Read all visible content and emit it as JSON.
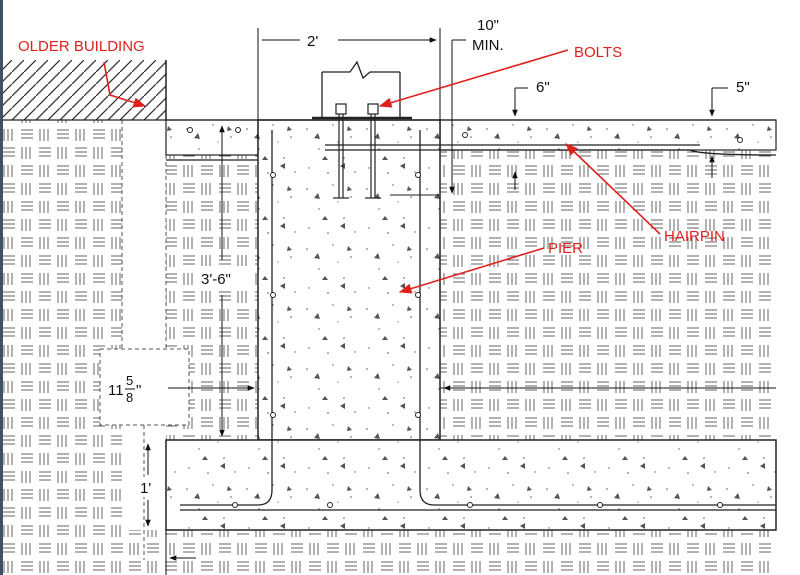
{
  "labels": {
    "older_building": "OLDER BUILDING",
    "bolts": "BOLTS",
    "hairpin": "HAIRPIN",
    "pier": "PIER"
  },
  "dimensions": {
    "pier_width": "2'",
    "min_embed_value": "10\"",
    "min_embed_suffix": "MIN.",
    "slab_cover": "6\"",
    "slab_thickness": "5\"",
    "pier_depth": "3'-6\"",
    "gap_whole": "11",
    "gap_num": "5",
    "gap_den": "8",
    "gap_unit": "\"",
    "footing_depth": "1'"
  },
  "colors": {
    "annotation": "#e0201b",
    "linework": "#222222",
    "side_bar": "#3f5166"
  }
}
